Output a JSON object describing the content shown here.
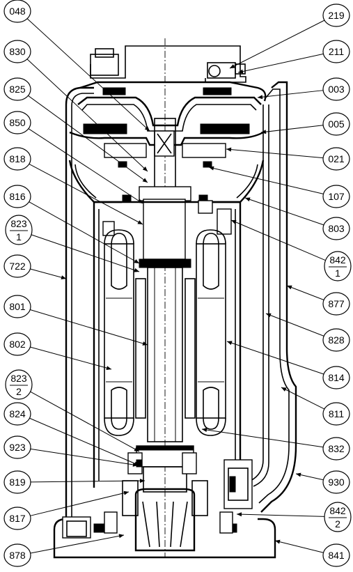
{
  "left_labels": [
    {
      "id": "048",
      "text": "048"
    },
    {
      "id": "830",
      "text": "830"
    },
    {
      "id": "825",
      "text": "825"
    },
    {
      "id": "850",
      "text": "850"
    },
    {
      "id": "818",
      "text": "818"
    },
    {
      "id": "816",
      "text": "816"
    },
    {
      "id": "823-1",
      "num": "823",
      "den": "1"
    },
    {
      "id": "722",
      "text": "722"
    },
    {
      "id": "801",
      "text": "801"
    },
    {
      "id": "802",
      "text": "802"
    },
    {
      "id": "823-2",
      "num": "823",
      "den": "2"
    },
    {
      "id": "824",
      "text": "824"
    },
    {
      "id": "923",
      "text": "923"
    },
    {
      "id": "819",
      "text": "819"
    },
    {
      "id": "817",
      "text": "817"
    },
    {
      "id": "878",
      "text": "878"
    }
  ],
  "right_labels": [
    {
      "id": "219",
      "text": "219"
    },
    {
      "id": "211",
      "text": "211"
    },
    {
      "id": "003",
      "text": "003"
    },
    {
      "id": "005",
      "text": "005"
    },
    {
      "id": "021",
      "text": "021"
    },
    {
      "id": "107",
      "text": "107"
    },
    {
      "id": "803",
      "text": "803"
    },
    {
      "id": "842-1",
      "num": "842",
      "den": "1"
    },
    {
      "id": "877",
      "text": "877"
    },
    {
      "id": "828",
      "text": "828"
    },
    {
      "id": "814",
      "text": "814"
    },
    {
      "id": "811",
      "text": "811"
    },
    {
      "id": "832",
      "text": "832"
    },
    {
      "id": "930",
      "text": "930"
    },
    {
      "id": "842-2",
      "num": "842",
      "den": "2"
    },
    {
      "id": "841",
      "text": "841"
    }
  ]
}
